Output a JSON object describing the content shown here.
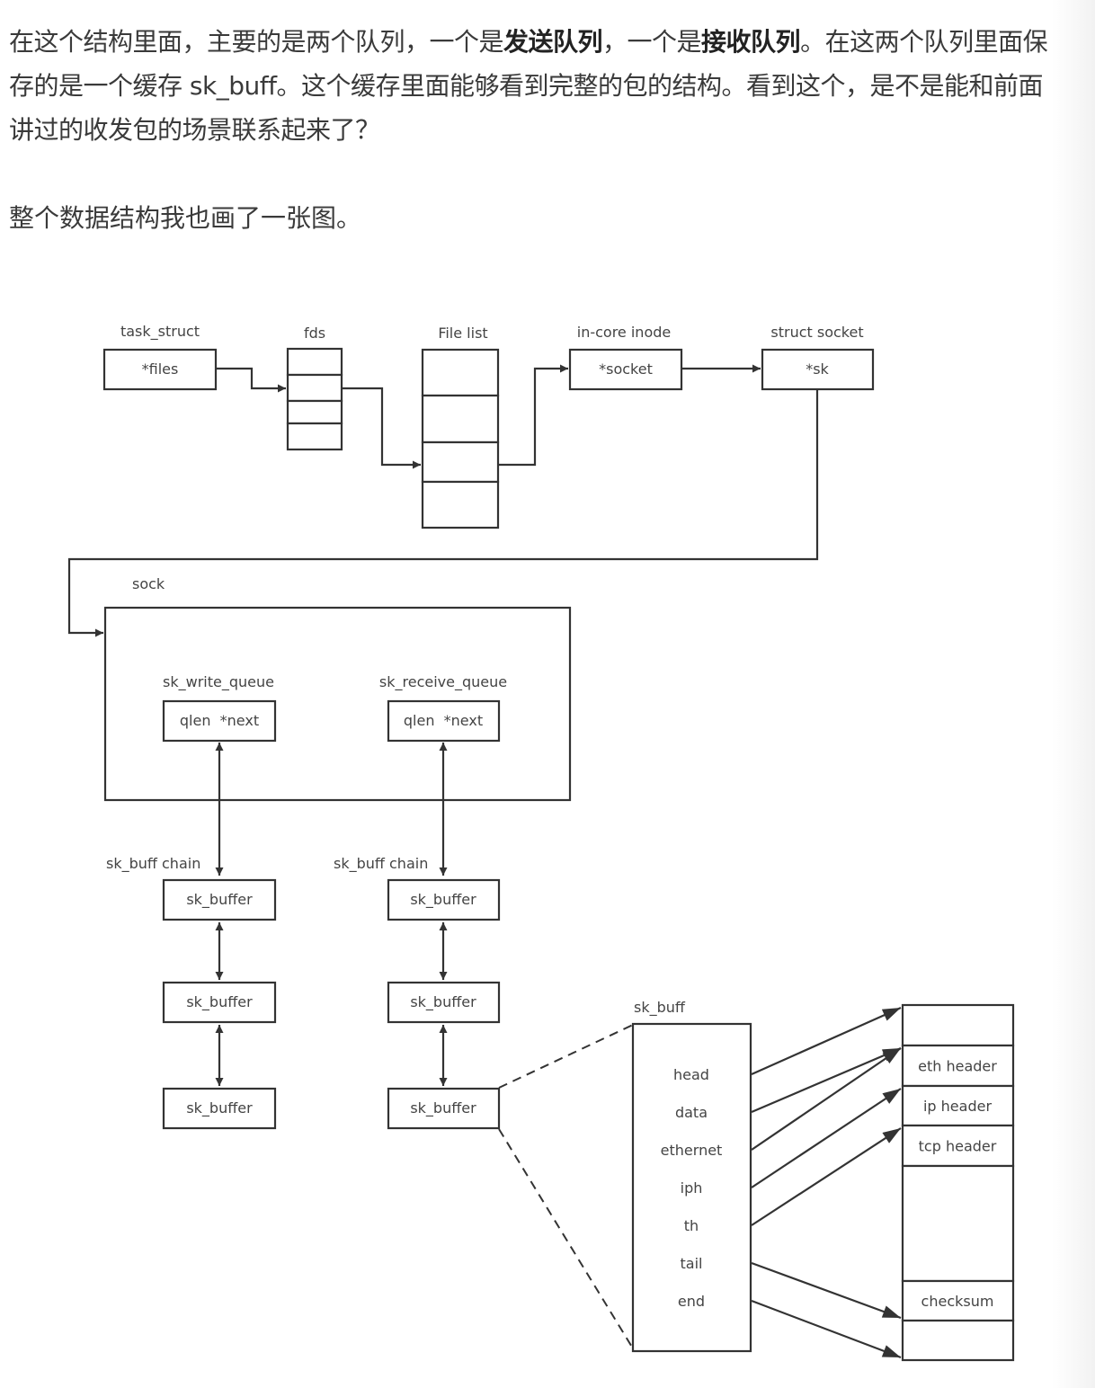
{
  "article": {
    "paragraph1": {
      "part1": "在这个结构里面，主要的是两个队列，一个是",
      "bold1": "发送队列",
      "part2": "，一个是",
      "bold2": "接收队列",
      "part3": "。在这两个队列里面保存的是一个缓存 sk_buff。这个缓存里面能够看到完整的包的结构。看到这个，是不是能和前面讲过的收发包的场景联系起来了？"
    },
    "paragraph2": "整个数据结构我也画了一张图。"
  },
  "diagram": {
    "task_struct": {
      "title": "task_struct",
      "field": "*files"
    },
    "fds": {
      "title": "fds",
      "slots": 4
    },
    "file_list": {
      "title": "File list",
      "slots": 4
    },
    "inode": {
      "title": "in-core inode",
      "field": "*socket"
    },
    "socket": {
      "title": "struct socket",
      "field": "*sk"
    },
    "sock": {
      "title": "sock",
      "write_queue": {
        "title": "sk_write_queue",
        "field": "qlen  *next"
      },
      "receive_queue": {
        "title": "sk_receive_queue",
        "field": "qlen  *next"
      }
    },
    "chains": [
      {
        "title": "sk_buff chain",
        "buffers": [
          "sk_buffer",
          "sk_buffer",
          "sk_buffer"
        ]
      },
      {
        "title": "sk_buff chain",
        "buffers": [
          "sk_buffer",
          "sk_buffer",
          "sk_buffer"
        ]
      }
    ],
    "sk_buff": {
      "title": "sk_buff",
      "fields": [
        "head",
        "data",
        "ethernet",
        "iph",
        "th",
        "tail",
        "end"
      ]
    },
    "packet": {
      "segments": [
        "",
        "eth header",
        "ip header",
        "tcp header",
        "",
        "checksum",
        ""
      ]
    }
  }
}
